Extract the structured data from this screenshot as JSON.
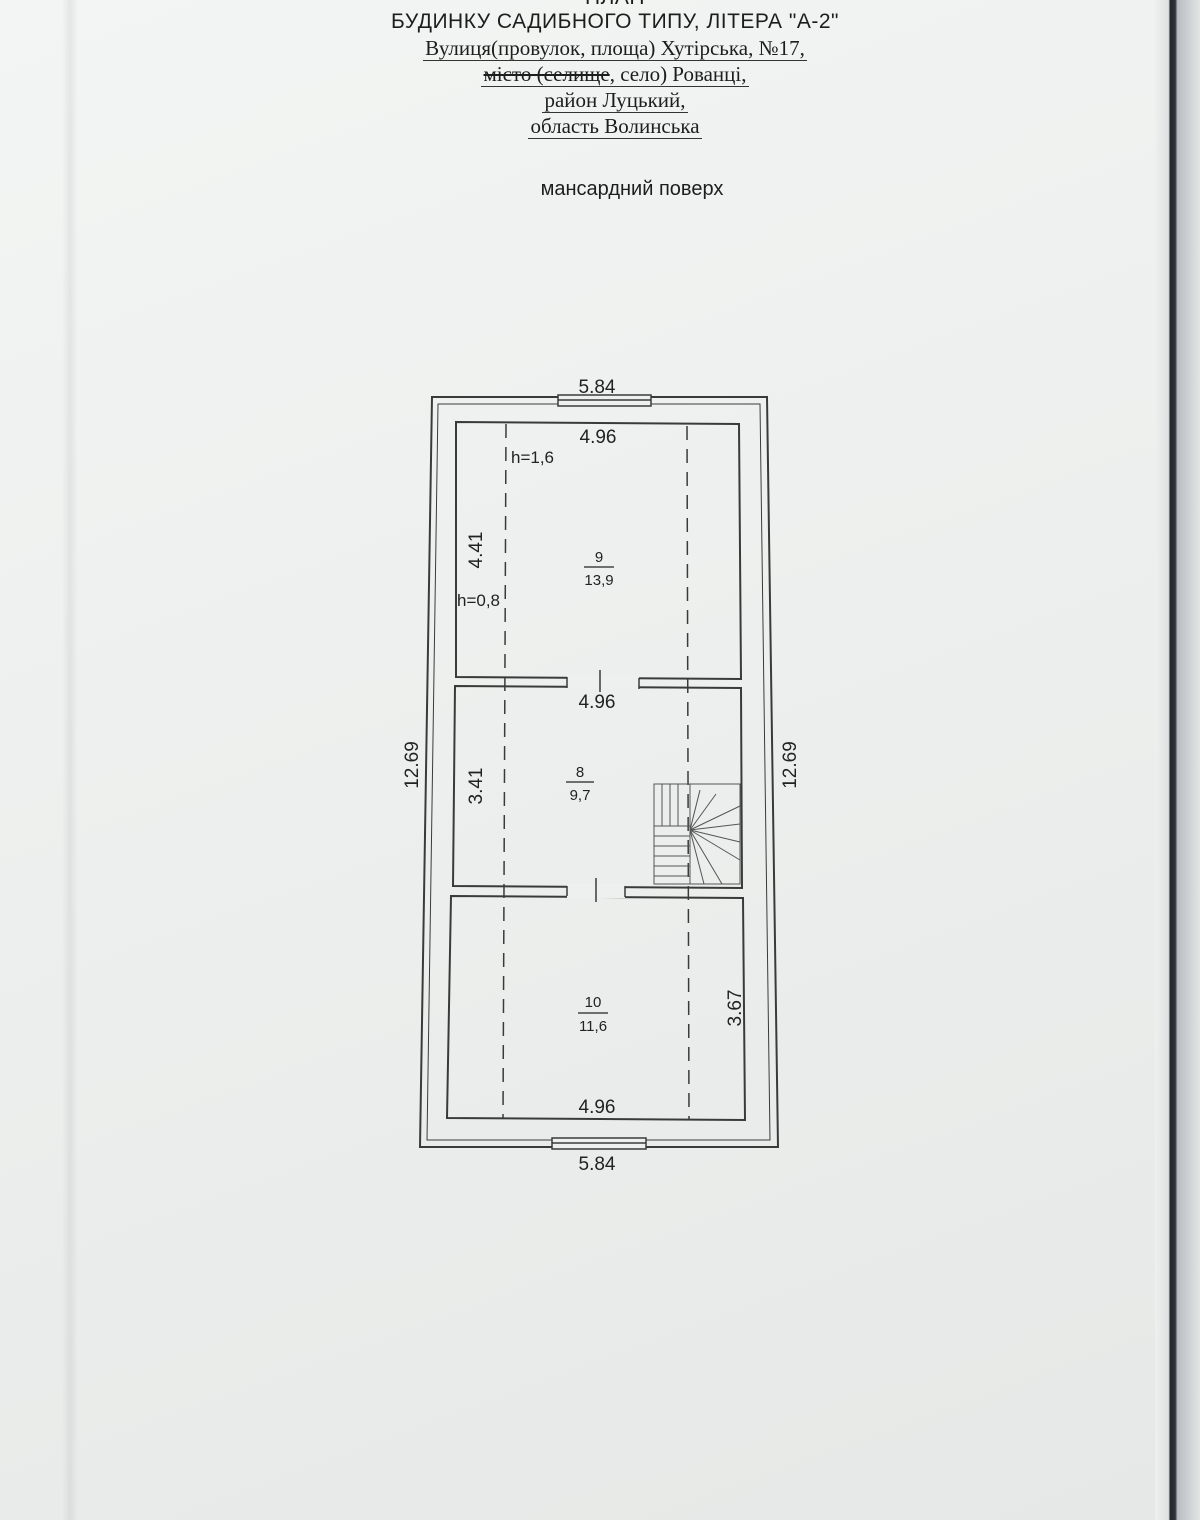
{
  "header": {
    "title_top": "ПЛАН",
    "title_line2": "БУДИНКУ САДИБНОГО ТИПУ, ЛІТЕРА \"А-2\"",
    "street_line": "Вулиця(провулок, площа) Хутірська, №17,",
    "settlement_struck": "місто (селище",
    "settlement_rest": ", село) Рованці,",
    "district_line": "район Луцький,",
    "region_line": "область Волинська"
  },
  "floor_label": "мансардний поверх",
  "plan": {
    "outer_width_top": "5.84",
    "outer_width_bottom": "5.84",
    "outer_length_left": "12.69",
    "outer_length_right": "12.69",
    "rooms": [
      {
        "number": "9",
        "area": "13,9",
        "width": "4.96",
        "length": "4.41",
        "h_high": "h=1,6",
        "h_low": "h=0,8"
      },
      {
        "number": "8",
        "area": "9,7",
        "width": "4.96",
        "length": "3.41"
      },
      {
        "number": "10",
        "area": "11,6",
        "width": "4.96",
        "length": "3.67"
      }
    ]
  }
}
